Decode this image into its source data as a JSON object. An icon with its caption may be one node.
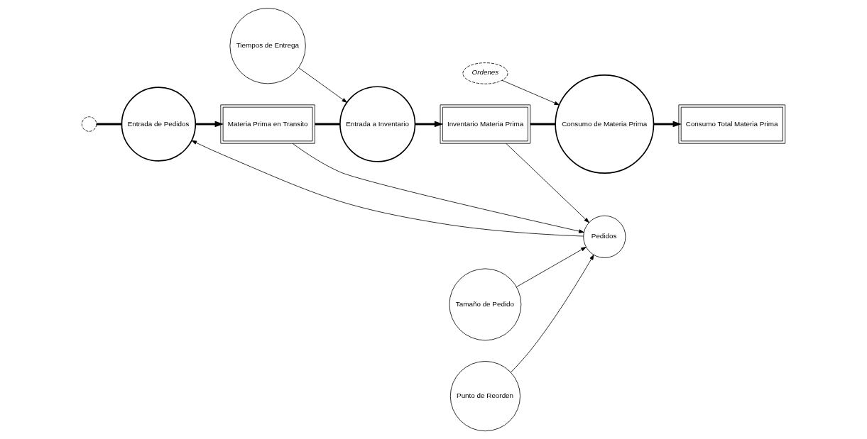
{
  "diagram": {
    "nodes": [
      {
        "text": [],
        "shape": "cloud"
      },
      {
        "text": [
          "Entrada de Pedidos"
        ]
      },
      {
        "text": [
          "Materia Prima en Transito"
        ]
      },
      {
        "text": [
          "Tiempos de Entrega"
        ]
      },
      {
        "text": [
          "Entrada a Inventario"
        ]
      },
      {
        "text": [
          "Inventario Materia Prima"
        ]
      },
      {
        "text": [
          "Consumo de Materia Prima"
        ]
      },
      {
        "text": [
          "Consumo Total Materia Prima"
        ]
      },
      {
        "text": [
          "*Ordenes*"
        ]
      },
      {
        "text": [
          "Pedidos"
        ]
      },
      {
        "text": [
          "Tamaño de Pedido"
        ]
      },
      {
        "text": [
          "Punto de Reorden"
        ]
      }
    ],
    "edges": [
      {
        "from": 0,
        "to": 1,
        "arrow": "none",
        "style": "thick"
      },
      {
        "from": 1,
        "to": 2,
        "arrow": "to",
        "style": "thick"
      },
      {
        "from": 2,
        "to": 4,
        "arrow": "none",
        "style": "thick"
      },
      {
        "from": 4,
        "to": 5,
        "arrow": "to",
        "style": "thick"
      },
      {
        "from": 5,
        "to": 6,
        "arrow": "none",
        "style": "thick"
      },
      {
        "from": 6,
        "to": 7,
        "arrow": "to",
        "style": "thick"
      },
      {
        "from": 3,
        "to": 4,
        "arrow": "to"
      },
      {
        "from": 2,
        "to": 9,
        "arrow": "to"
      },
      {
        "from": 5,
        "to": 9,
        "arrow": "to"
      },
      {
        "from": 9,
        "to": 1,
        "arrow": "to"
      },
      {
        "from": 10,
        "to": 9,
        "arrow": "to"
      },
      {
        "from": 11,
        "to": 9,
        "arrow": "to"
      },
      {
        "from": 8,
        "to": 6,
        "arrow": "to"
      }
    ]
  }
}
